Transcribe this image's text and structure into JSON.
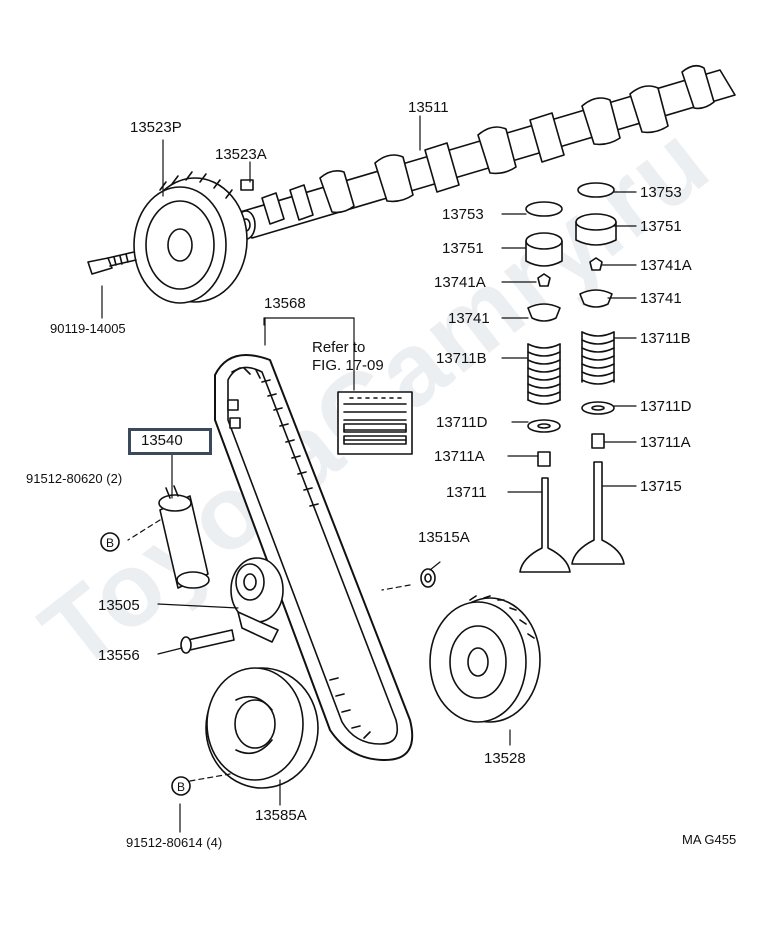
{
  "watermark": "ToyotaCamry.ru",
  "figure_code": "MA G455",
  "highlighted_part": "13540",
  "reference_note": {
    "line1": "Refer to",
    "line2": "FIG. 17-09"
  },
  "bolt_marker": "B",
  "labels": {
    "camshaft": "13511",
    "cam_pulley": "13523P",
    "cam_pin": "13523A",
    "pulley_bolt": "90119-14005",
    "timing_belt": "13568",
    "tensioner_spring": "13540",
    "tensioner_bolt": "91512-80620",
    "tensioner_bolt_qty": "(2)",
    "idler_pulley": "13505",
    "idler_bolt": "13556",
    "guide_plate": "13515A",
    "crank_pulley": "13528",
    "belt_guide_pulley": "13585A",
    "guide_bolt": "91512-80614",
    "guide_bolt_qty": "(4)",
    "shim_left": "13753",
    "shim_right": "13753",
    "lifter_left": "13751",
    "lifter_right": "13751",
    "keeper_left": "13741A",
    "keeper_right": "13741A",
    "retainer_left": "13741",
    "retainer_right": "13741",
    "spring_left": "13711B",
    "spring_right": "13711B",
    "seat_left": "13711D",
    "seat_right": "13711D",
    "seal_left": "13711A",
    "seal_right": "13711A",
    "intake_valve": "13711",
    "exhaust_valve": "13715"
  }
}
